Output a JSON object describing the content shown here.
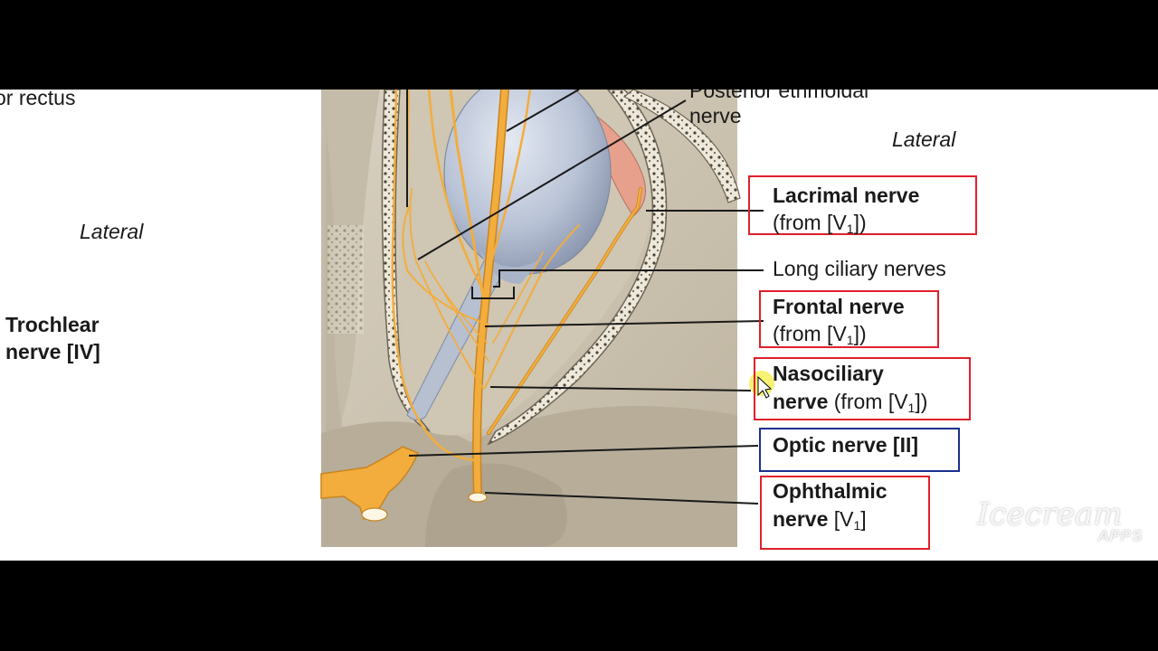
{
  "labels": {
    "left_cut": "or rectus",
    "left_lateral": "Lateral",
    "trochlear_line1": "Trochlear",
    "trochlear_line2": "nerve [IV]",
    "post_ethmoidal_line1": "Posterior ethmoidal",
    "post_ethmoidal_line2": "nerve",
    "right_lateral": "Lateral",
    "lacrimal_line1": "Lacrimal nerve",
    "lacrimal_line2_pre": "(from [V",
    "lacrimal_line2_sub": "1",
    "lacrimal_line2_post": "])",
    "long_ciliary": "Long ciliary nerves",
    "frontal_line1": "Frontal nerve",
    "frontal_line2_pre": "(from [V",
    "frontal_line2_sub": "1",
    "frontal_line2_post": "])",
    "nasociliary_line1": "Nasociliary",
    "nasociliary_line2_bold": "nerve",
    "nasociliary_line2_pre": " (from [V",
    "nasociliary_line2_sub": "1",
    "nasociliary_line2_post": "])",
    "optic": "Optic nerve [II]",
    "ophthalmic_line1": "Ophthalmic",
    "ophthalmic_line2_bold": "nerve",
    "ophthalmic_line2_pre": " [V",
    "ophthalmic_line2_sub": "1",
    "ophthalmic_line2_post": "]"
  },
  "watermark": {
    "brand": "Icecream",
    "suffix": "APPS"
  },
  "colors": {
    "nerve": "#f2ad3d",
    "nerve_stroke": "#c98420",
    "bone": "#cfc6b5",
    "bone_dark": "#b3aa97",
    "eyeball": "#b9c3d6",
    "optic": "#b7c0d0",
    "highlight_box": "#e0202a",
    "optic_box": "#1c2f8f",
    "cursor": "#f6f05a"
  }
}
